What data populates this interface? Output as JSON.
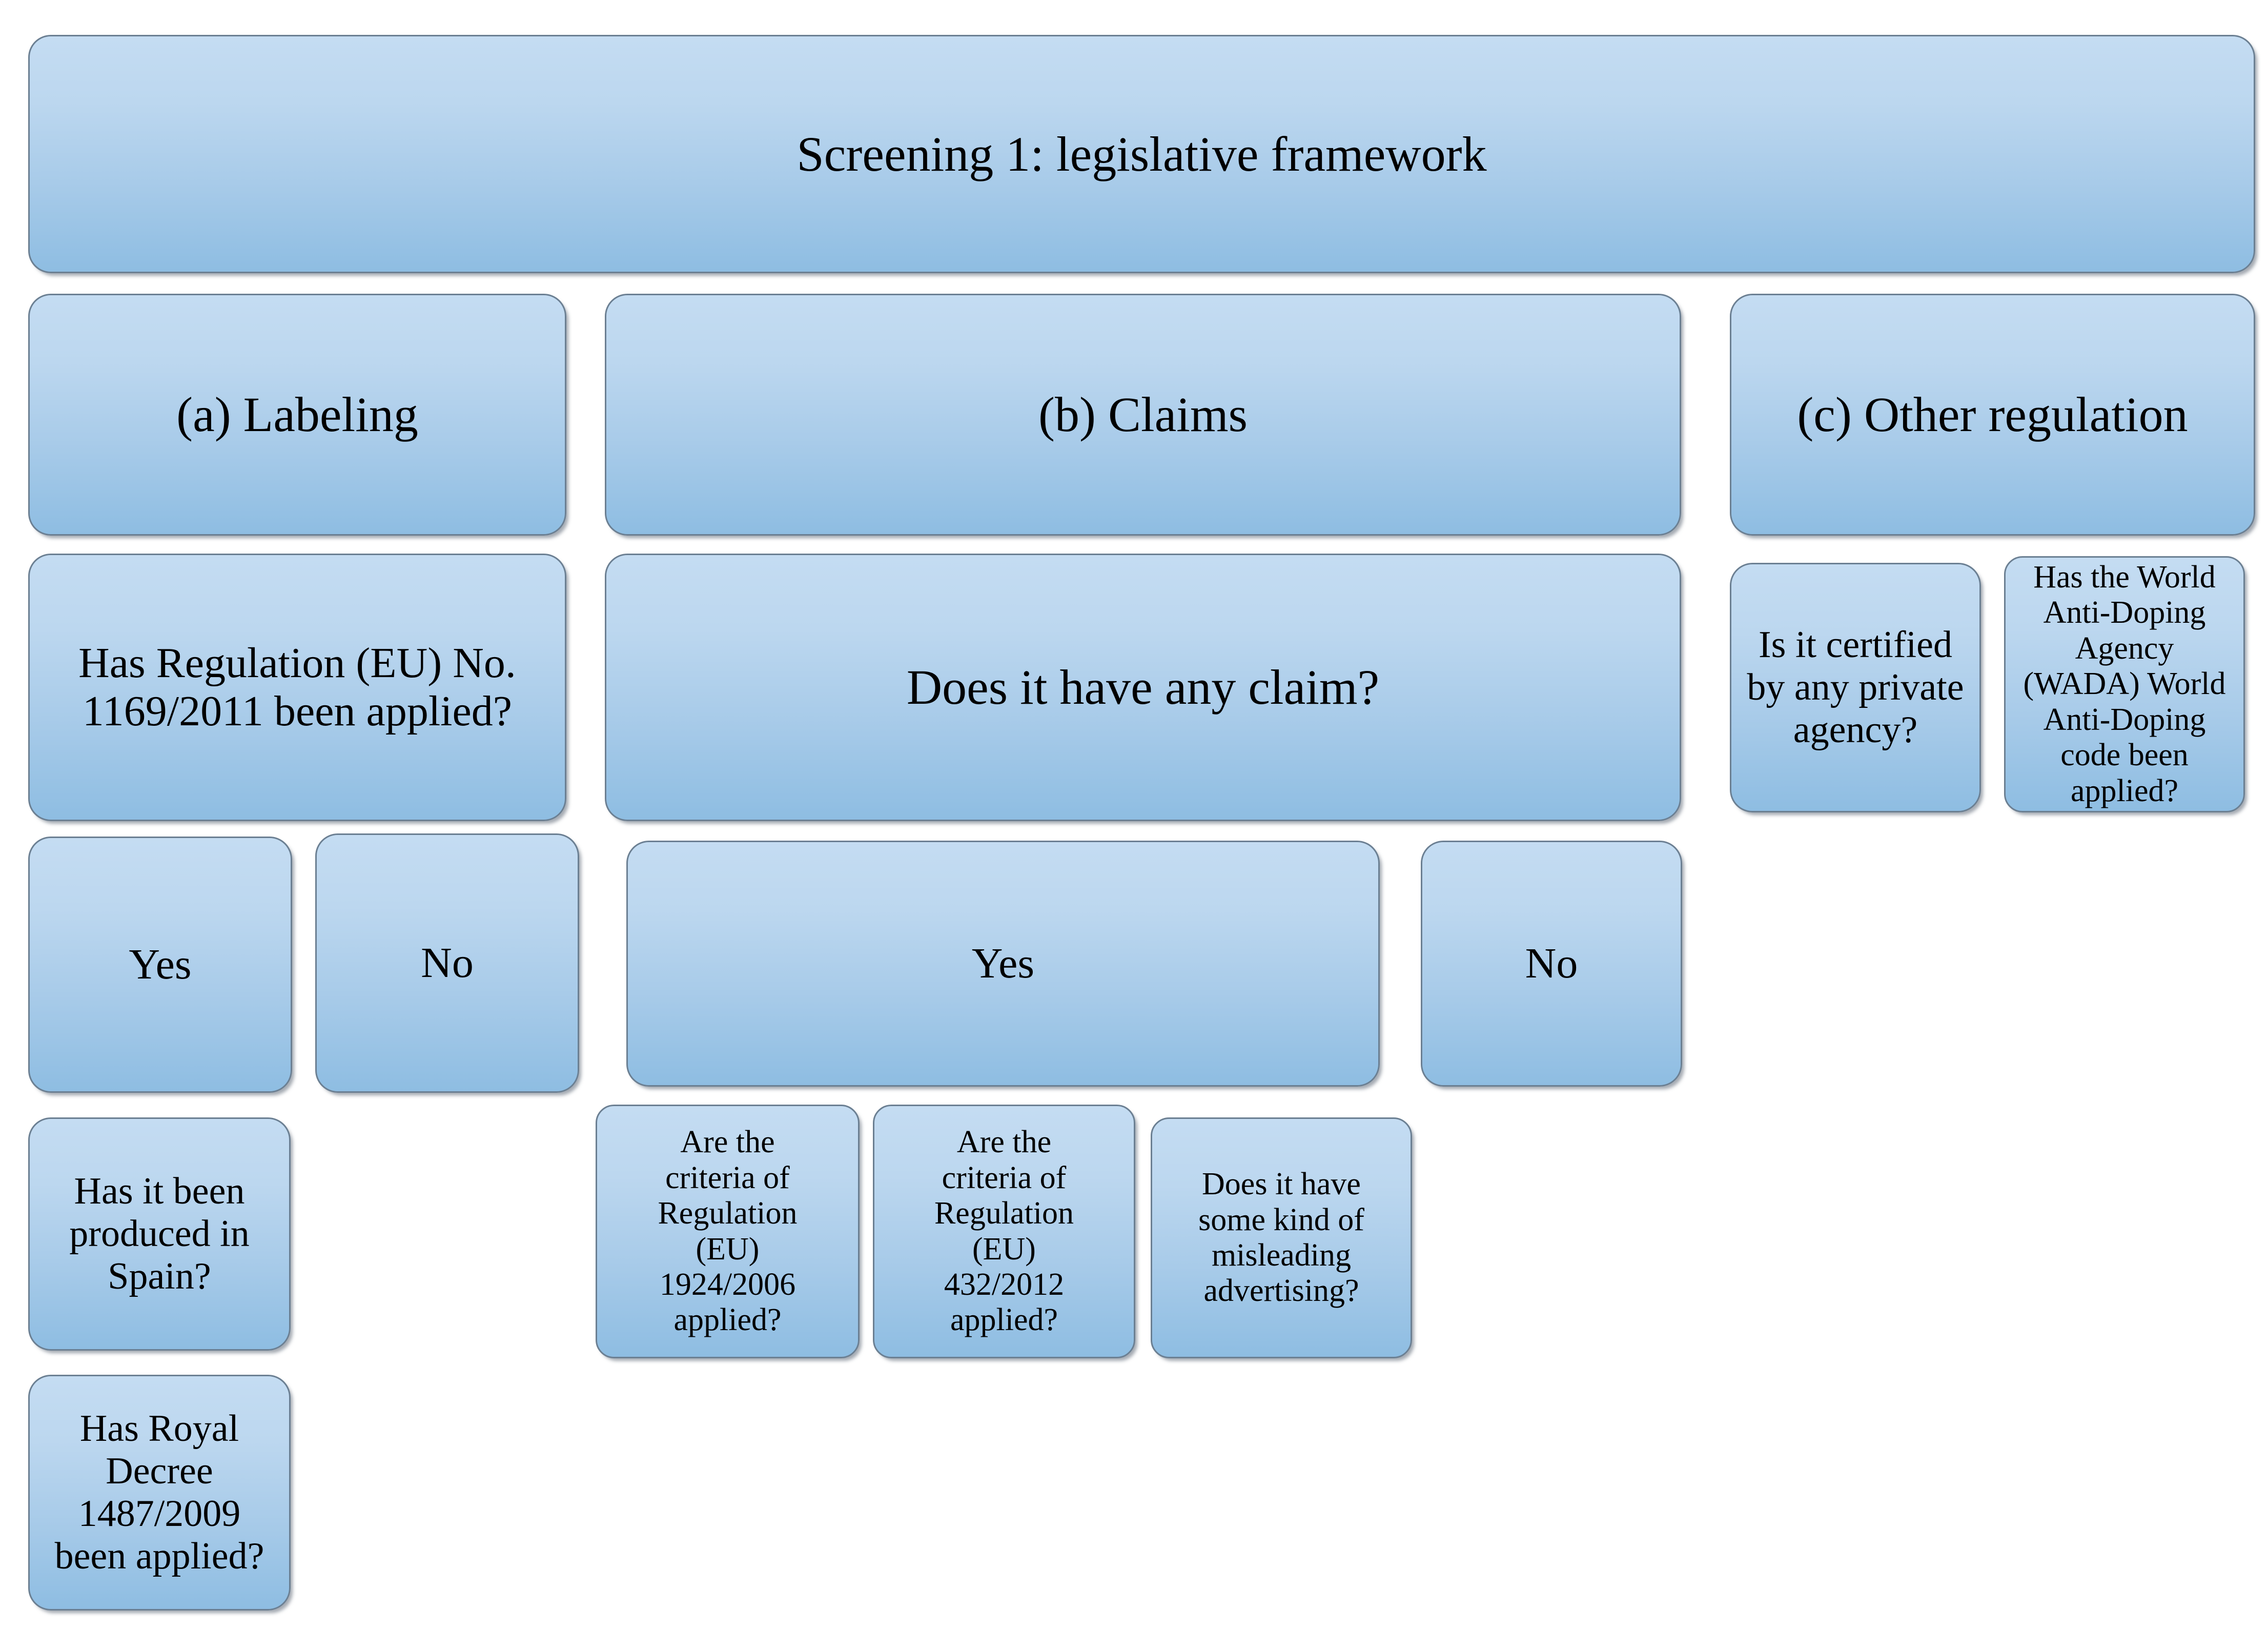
{
  "diagram": {
    "title": "Screening 1: legislative framework",
    "type": "hierarchy-flowchart",
    "theme": {
      "node_fill_top": "#c4dcf2",
      "node_fill_bottom": "#8ebde2",
      "node_border": "#6b7f92",
      "text_color": "#000000",
      "background": "#ffffff"
    },
    "nodes": {
      "root": {
        "label": "Screening 1: legislative framework"
      },
      "col_a_header": {
        "label": "(a) Labeling"
      },
      "col_b_header": {
        "label": "(b) Claims"
      },
      "col_c_header": {
        "label": "(c) Other regulation"
      },
      "a_q1": {
        "label": "Has Regulation (EU) No.\n1169/2011 been applied?"
      },
      "a_yes": {
        "label": "Yes"
      },
      "a_no": {
        "label": "No"
      },
      "a_q2": {
        "label": "Has it been\nproduced in\nSpain?"
      },
      "a_q3": {
        "label": "Has Royal\nDecree\n1487/2009\nbeen applied?"
      },
      "b_q1": {
        "label": "Does it have any claim?"
      },
      "b_yes": {
        "label": "Yes"
      },
      "b_no": {
        "label": "No"
      },
      "b_q2": {
        "label": "Are the\ncriteria of\nRegulation\n(EU)\n1924/2006\napplied?"
      },
      "b_q3": {
        "label": "Are the\ncriteria of\nRegulation\n(EU)\n432/2012\napplied?"
      },
      "b_q4": {
        "label": "Does it have\nsome kind of\nmisleading\nadvertising?"
      },
      "c_q1": {
        "label": "Is it certified\nby any private\nagency?"
      },
      "c_q2": {
        "label": "Has the World\nAnti-Doping\nAgency\n(WADA) World\nAnti-Doping\ncode been\napplied?"
      }
    }
  }
}
